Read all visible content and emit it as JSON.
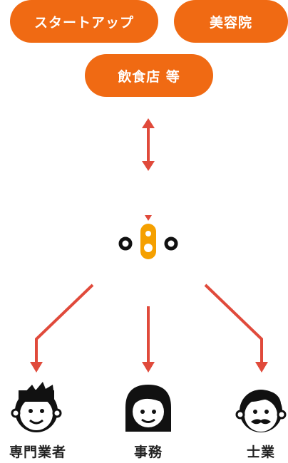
{
  "clients": [
    {
      "label": "スタートアップ"
    },
    {
      "label": "美容院"
    },
    {
      "label": "飲食店 等"
    }
  ],
  "roles": [
    {
      "label": "専門業者",
      "icon": "man-spiky-hair-icon"
    },
    {
      "label": "事務",
      "icon": "woman-icon"
    },
    {
      "label": "士業",
      "icon": "man-mustache-icon"
    }
  ],
  "colors": {
    "pill": "#f06a13",
    "arrow": "#e04a3b",
    "logo_accent": "#f5a000",
    "dark": "#111111"
  }
}
